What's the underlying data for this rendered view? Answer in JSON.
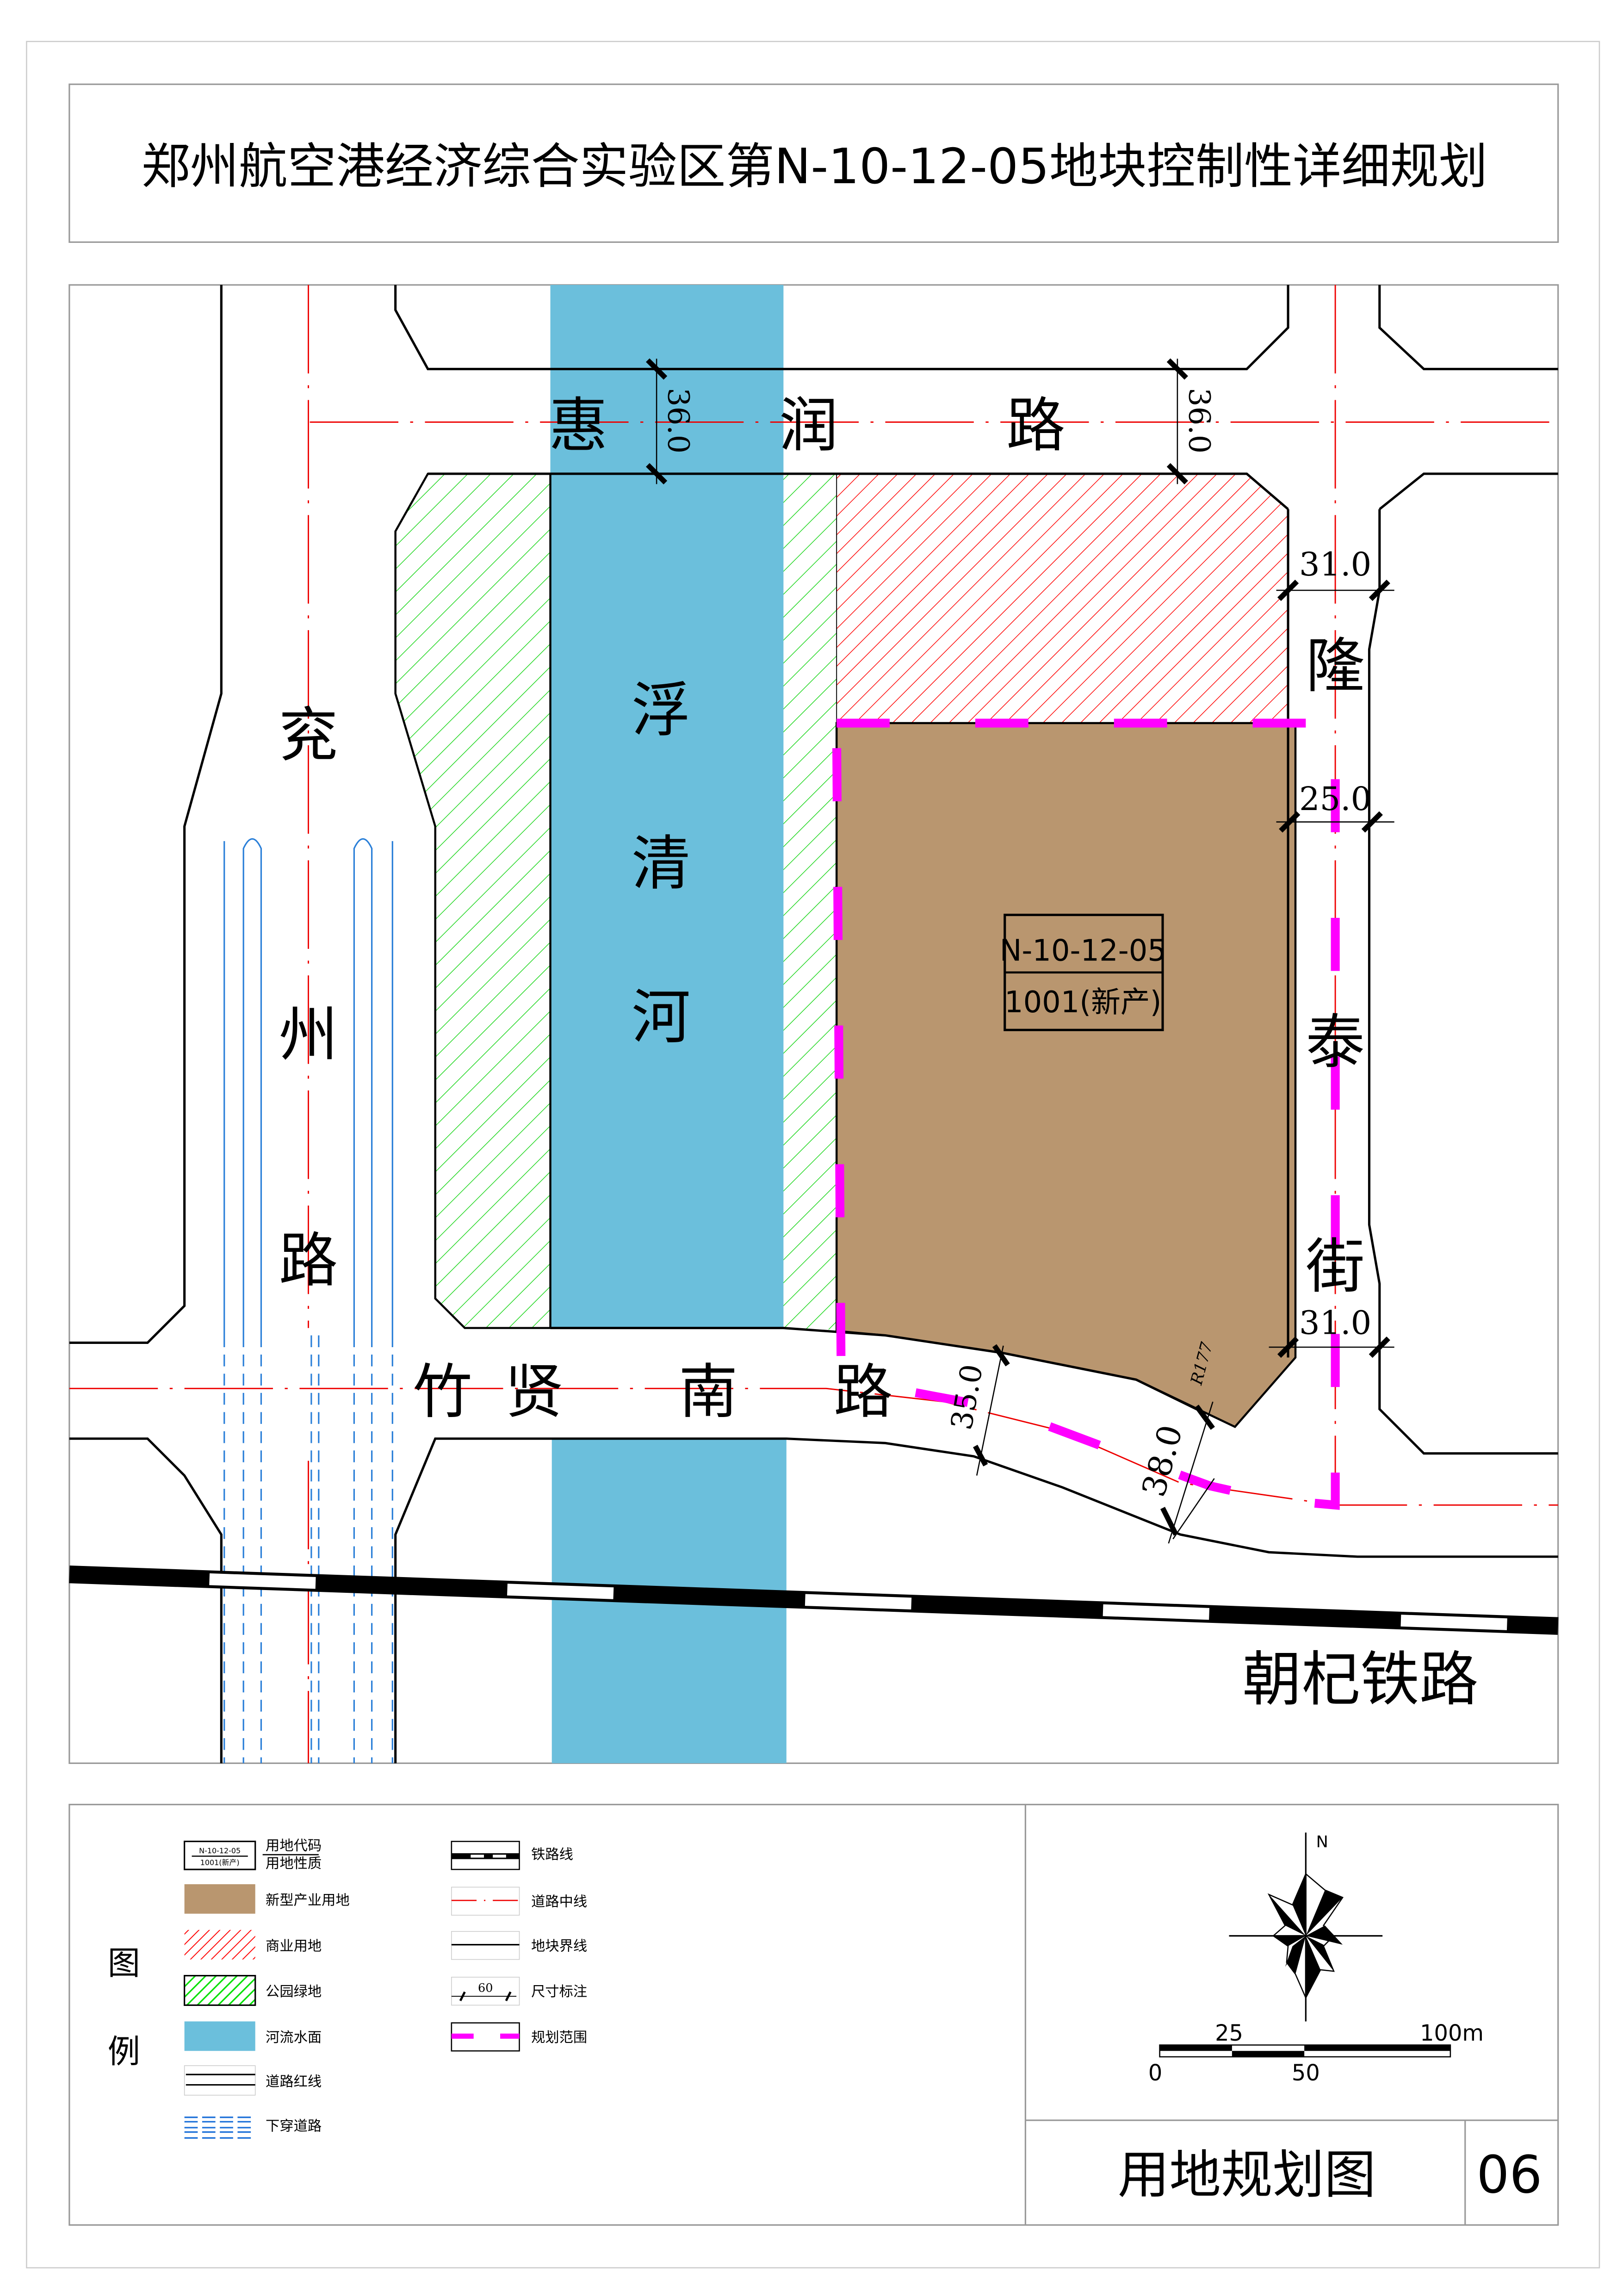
{
  "title": "郑州航空港经济综合实验区第N-10-12-05地块控制性详细规划",
  "map": {
    "roads": {
      "huirun": [
        "惠",
        "润",
        "路"
      ],
      "yanzhou": [
        "兖",
        "州",
        "路"
      ],
      "longtai": [
        "隆",
        "泰",
        "街"
      ],
      "zhuxian_south": [
        "竹",
        "贤",
        "南",
        "路"
      ],
      "railway": "朝杞铁路"
    },
    "river": [
      "浮",
      "清",
      "河"
    ],
    "parcel": {
      "code": "N-10-12-05",
      "use": "1001(新产)"
    },
    "dimensions": {
      "huirun_west": "36.0",
      "huirun_east": "36.0",
      "longtai_north": "31.0",
      "longtai_mid": "25.0",
      "longtai_south": "31.0",
      "zhuxian_west": "35.0",
      "zhuxian_east": "38.0",
      "radius": "R177"
    }
  },
  "legend": {
    "heading": [
      "图",
      "例"
    ],
    "sample_code": "N-10-12-05",
    "sample_use": "1001(新产)",
    "code_label": "用地代码",
    "use_label": "用地性质",
    "items_left": [
      "新型产业用地",
      "商业用地",
      "公园绿地",
      "河流水面",
      "道路红线",
      "下穿道路"
    ],
    "items_right": [
      "铁路线",
      "道路中线",
      "地块界线",
      "尺寸标注",
      "规划范围"
    ],
    "dim_sample": "60"
  },
  "north": {
    "label": "N"
  },
  "scale": {
    "ticks": [
      "0",
      "25",
      "50",
      "100m"
    ]
  },
  "sheet": {
    "name": "用地规划图",
    "number": "06"
  },
  "colors": {
    "industrial": "#B9966F",
    "commercial": "#FF0000",
    "green": "#00E000",
    "water": "#6BBFDC",
    "boundary": "#FF00FF"
  }
}
